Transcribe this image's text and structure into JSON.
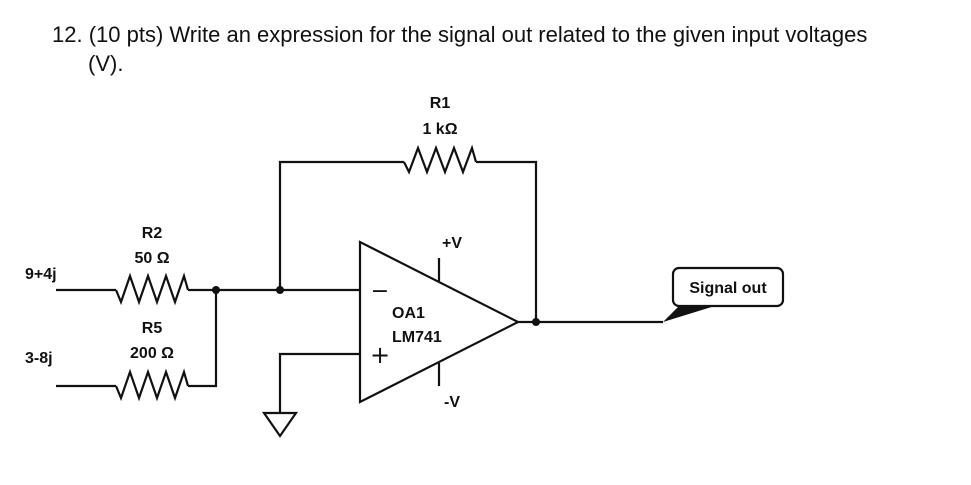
{
  "question": {
    "number": "12.",
    "text_line1": "(10 pts) Write an expression for the signal out related to the given input voltages",
    "text_line2": "(V)."
  },
  "circuit": {
    "inputs": [
      {
        "label": "9+4j"
      },
      {
        "label": "3-8j"
      }
    ],
    "resistors": [
      {
        "id": "R1",
        "value": "1 kΩ"
      },
      {
        "id": "R2",
        "value": "50 Ω"
      },
      {
        "id": "R5",
        "value": "200 Ω"
      }
    ],
    "opamp": {
      "name": "OA1",
      "model": "LM741",
      "inverting_symbol": "−",
      "noninverting_symbol": "+",
      "supply_pos": "+V",
      "supply_neg": "-V"
    },
    "output_label": "Signal out"
  }
}
